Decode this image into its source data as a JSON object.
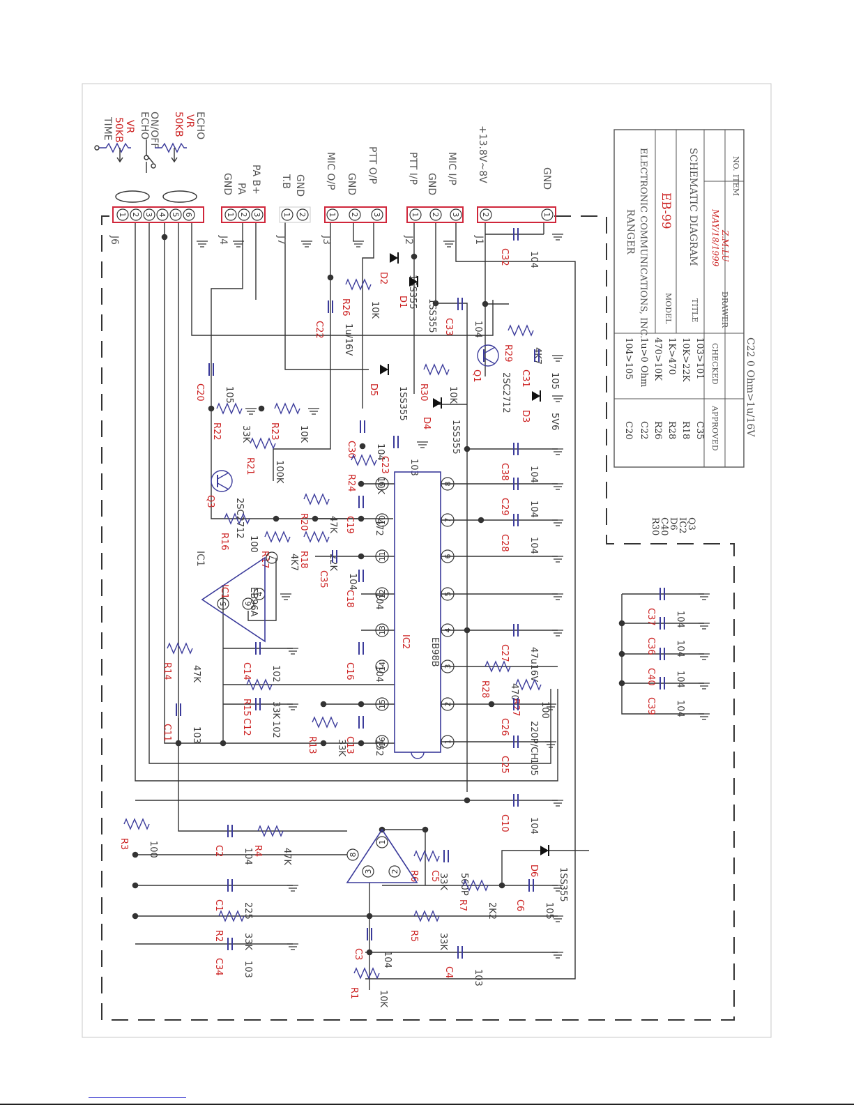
{
  "colors": {
    "wire": "#333333",
    "component": "#3a3a9a",
    "component_label": "#cc2222",
    "connector": "#d0263a",
    "frame": "#c8c8c8"
  },
  "connectors": {
    "j6": {
      "label": "J6",
      "pins": [
        "1",
        "2",
        "3",
        "4",
        "5",
        "6"
      ]
    },
    "j4": {
      "label": "J4",
      "pins": [
        "1",
        "2",
        "3"
      ]
    },
    "j7": {
      "label": "J7",
      "pins": [
        "1",
        "2"
      ]
    },
    "j3": {
      "label": "J3",
      "pins": [
        "1",
        "2",
        "3"
      ]
    },
    "j2": {
      "label": "J2",
      "pins": [
        "1",
        "2",
        "3"
      ]
    },
    "j1": {
      "label": "J1",
      "pins": [
        "2",
        "1"
      ]
    }
  },
  "signals": {
    "time": "TIME",
    "vr1": "50KB",
    "vr1b": "VR",
    "echo_on": "ECHO",
    "echo_on2": "ON/OFF",
    "vr2": "50KB",
    "vr2b": "VR",
    "echo": "ECHO",
    "gnd1": "GND",
    "pa": "PA",
    "pab": "PA B+",
    "tb": "T.B",
    "gnd2": "GND",
    "mic_op": "MIC O/P",
    "gnd3": "GND",
    "ptt_op": "PTT O/P",
    "ptt_ip": "PTT I/P",
    "gnd4": "GND",
    "mic_ip": "MIC I/P",
    "supply": "+13.8V~8V",
    "gnd5": "GND"
  },
  "components": [
    {
      "id": "C32",
      "ref": "C32",
      "value": "104"
    },
    {
      "id": "C21",
      "ref": "D2",
      "value": "1SS355"
    },
    {
      "id": "D1",
      "ref": "D1",
      "value": "1SS355"
    },
    {
      "id": "R26",
      "ref": "R26",
      "value": "10K"
    },
    {
      "id": "C22",
      "ref": "C22",
      "value": "1u/16V"
    },
    {
      "id": "C33",
      "ref": "C33",
      "value": "104"
    },
    {
      "id": "R29",
      "ref": "R29",
      "value": "4K7"
    },
    {
      "id": "C20",
      "ref": "C20",
      "value": "105"
    },
    {
      "id": "D5",
      "ref": "D5",
      "value": "1SS355"
    },
    {
      "id": "R30",
      "ref": "R30",
      "value": "10K"
    },
    {
      "id": "C31",
      "ref": "C31",
      "value": "105"
    },
    {
      "id": "Q1",
      "ref": "Q1",
      "value": "2SC2712"
    },
    {
      "id": "D3",
      "ref": "D3",
      "value": "5V6"
    },
    {
      "id": "R22",
      "ref": "R22",
      "value": "33K"
    },
    {
      "id": "R23",
      "ref": "R23",
      "value": "10K"
    },
    {
      "id": "D4",
      "ref": "D4",
      "value": "1SS355"
    },
    {
      "id": "C30",
      "ref": "C30",
      "value": "104"
    },
    {
      "id": "C23",
      "ref": "C23",
      "value": "103"
    },
    {
      "id": "R21",
      "ref": "R21",
      "value": "100K"
    },
    {
      "id": "R24",
      "ref": "R24",
      "value": "10K"
    },
    {
      "id": "C38",
      "ref": "C38",
      "value": "104"
    },
    {
      "id": "Q3",
      "ref": "Q3",
      "value": "2SC2712"
    },
    {
      "id": "R20",
      "ref": "R20",
      "value": "47K"
    },
    {
      "id": "C19",
      "ref": "C19",
      "value": "472"
    },
    {
      "id": "C29",
      "ref": "C29",
      "value": "104"
    },
    {
      "id": "R16",
      "ref": "R16",
      "value": "100"
    },
    {
      "id": "R17",
      "ref": "R17",
      "value": "4K7"
    },
    {
      "id": "R18",
      "ref": "R18",
      "value": "22K"
    },
    {
      "id": "C28",
      "ref": "C28",
      "value": "104"
    },
    {
      "id": "IC1",
      "ref": "IC1",
      "value": "EB96A"
    },
    {
      "id": "C35",
      "ref": "C35",
      "value": "104"
    },
    {
      "id": "C18",
      "ref": "C18",
      "value": "104"
    },
    {
      "id": "IC2",
      "ref": "IC2",
      "value": "EB98B"
    },
    {
      "id": "C27",
      "ref": "C27",
      "value": "47u16V"
    },
    {
      "id": "C16",
      "ref": "C16",
      "value": "104"
    },
    {
      "id": "R14",
      "ref": "R14",
      "value": "47K"
    },
    {
      "id": "C14",
      "ref": "C14",
      "value": "102"
    },
    {
      "id": "R28",
      "ref": "R28",
      "value": "470"
    },
    {
      "id": "R15",
      "ref": "R15",
      "value": "33K"
    },
    {
      "id": "R27",
      "ref": "R27",
      "value": "100"
    },
    {
      "id": "C11",
      "ref": "C11",
      "value": "103"
    },
    {
      "id": "C12",
      "ref": "C12",
      "value": "102"
    },
    {
      "id": "R13",
      "ref": "R13",
      "value": "33K"
    },
    {
      "id": "C13",
      "ref": "C13",
      "value": "152"
    },
    {
      "id": "C26",
      "ref": "C26",
      "value": "220P/CH"
    },
    {
      "id": "C25",
      "ref": "C25",
      "value": "105"
    },
    {
      "id": "C10",
      "ref": "C10",
      "value": "104"
    },
    {
      "id": "R3",
      "ref": "R3",
      "value": "100"
    },
    {
      "id": "C2",
      "ref": "C2",
      "value": "104"
    },
    {
      "id": "R4",
      "ref": "R4",
      "value": "47K"
    },
    {
      "id": "D6",
      "ref": "D6",
      "value": "1SS355"
    },
    {
      "id": "R6",
      "ref": "R6",
      "value": "33K"
    },
    {
      "id": "C5",
      "ref": "C5",
      "value": "560P"
    },
    {
      "id": "C1",
      "ref": "C1",
      "value": "225"
    },
    {
      "id": "R7",
      "ref": "R7",
      "value": "2K2"
    },
    {
      "id": "C6",
      "ref": "C6",
      "value": "105"
    },
    {
      "id": "R2",
      "ref": "R2",
      "value": "33K"
    },
    {
      "id": "R5",
      "ref": "R5",
      "value": "33K"
    },
    {
      "id": "C3",
      "ref": "C3",
      "value": "104"
    },
    {
      "id": "C34",
      "ref": "C34",
      "value": "103"
    },
    {
      "id": "C4",
      "ref": "C4",
      "value": "103"
    },
    {
      "id": "R1",
      "ref": "R1",
      "value": "10K"
    },
    {
      "id": "C37",
      "ref": "C37",
      "value": "104"
    },
    {
      "id": "C36",
      "ref": "C36",
      "value": "104"
    },
    {
      "id": "C40",
      "ref": "C40",
      "value": "104"
    },
    {
      "id": "C39",
      "ref": "C39",
      "value": "104"
    }
  ],
  "ic1_pins": [
    "7",
    "4",
    "5",
    "6"
  ],
  "ic2_pins_top": [
    "9",
    "10",
    "11",
    "12",
    "13",
    "14",
    "15",
    "16"
  ],
  "ic2_pins_bottom": [
    "8",
    "7",
    "6",
    "5",
    "4",
    "3",
    "2",
    "1"
  ],
  "amp_pins": [
    "1",
    "8",
    "3",
    "2"
  ],
  "optional_parts": [
    "R30",
    "C40",
    "D6",
    "IC2",
    "Q3"
  ],
  "title_block": {
    "company_line1": "RANGER",
    "company_line2": "ELECTRONIC COMMUNICATIONS, INC.",
    "model_label": "MODEL",
    "model_value": "EB-99",
    "title_label": "TITLE",
    "title_value": "SCHEMATIC DIAGRAM",
    "drawer_label": "DRAWER",
    "drawer_date": "MAY/18/1999",
    "drawer_name": "Z.M.LU",
    "checked_label": "CHECKED",
    "approved_label": "APPROVED",
    "item_label": "ITEM",
    "item_label2": "NO."
  },
  "change_table": {
    "parts": [
      "C20",
      "C22",
      "R26",
      "R28",
      "R18",
      "C35"
    ],
    "changes": [
      "104>105",
      "1u>0 Ohm",
      "470>10K",
      "1K>470",
      "10K>22K",
      "103>101"
    ]
  },
  "note": "C22 0 Ohm>1u/16V"
}
